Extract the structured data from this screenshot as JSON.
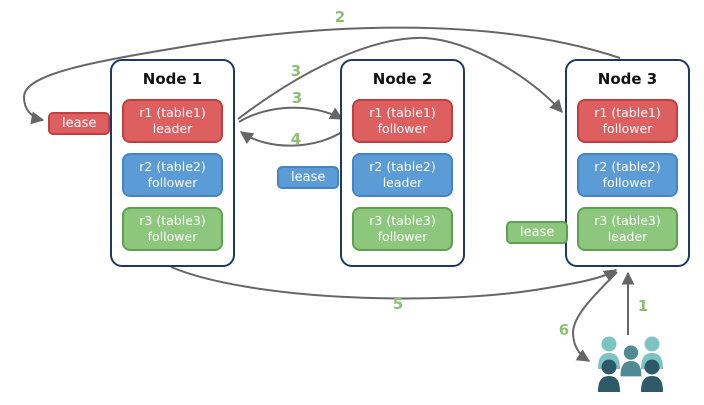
{
  "nodes": [
    {
      "title": "Node 1",
      "replicas": [
        {
          "label": "r1 (table1)",
          "role": "leader",
          "color": "red"
        },
        {
          "label": "r2 (table2)",
          "role": "follower",
          "color": "blue"
        },
        {
          "label": "r3 (table3)",
          "role": "follower",
          "color": "green"
        }
      ]
    },
    {
      "title": "Node 2",
      "replicas": [
        {
          "label": "r1 (table1)",
          "role": "follower",
          "color": "red"
        },
        {
          "label": "r2 (table2)",
          "role": "leader",
          "color": "blue"
        },
        {
          "label": "r3 (table3)",
          "role": "follower",
          "color": "green"
        }
      ]
    },
    {
      "title": "Node 3",
      "replicas": [
        {
          "label": "r1 (table1)",
          "role": "follower",
          "color": "red"
        },
        {
          "label": "r2 (table2)",
          "role": "follower",
          "color": "blue"
        },
        {
          "label": "r3 (table3)",
          "role": "leader",
          "color": "green"
        }
      ]
    }
  ],
  "leases": [
    {
      "label": "lease",
      "color": "red"
    },
    {
      "label": "lease",
      "color": "blue"
    },
    {
      "label": "lease",
      "color": "green"
    }
  ],
  "steps": [
    {
      "label": "1"
    },
    {
      "label": "2"
    },
    {
      "label": "3"
    },
    {
      "label": "3"
    },
    {
      "label": "4"
    },
    {
      "label": "5"
    },
    {
      "label": "6"
    }
  ],
  "icons": {
    "users": "users-group-icon"
  },
  "colors": {
    "background": "#FFFFFF",
    "node_border": "#1F3864",
    "red_fill": "#DE5F5F",
    "red_stroke": "#C13F3F",
    "blue_fill": "#5C9CD6",
    "blue_stroke": "#4584C6",
    "green_fill": "#8DC77D",
    "green_stroke": "#5FA050",
    "arrow": "#666666",
    "number": "#8CBF6F",
    "users_light": "#7EC3C3",
    "users_medium": "#4F8B94",
    "users_dark": "#2E5968"
  }
}
